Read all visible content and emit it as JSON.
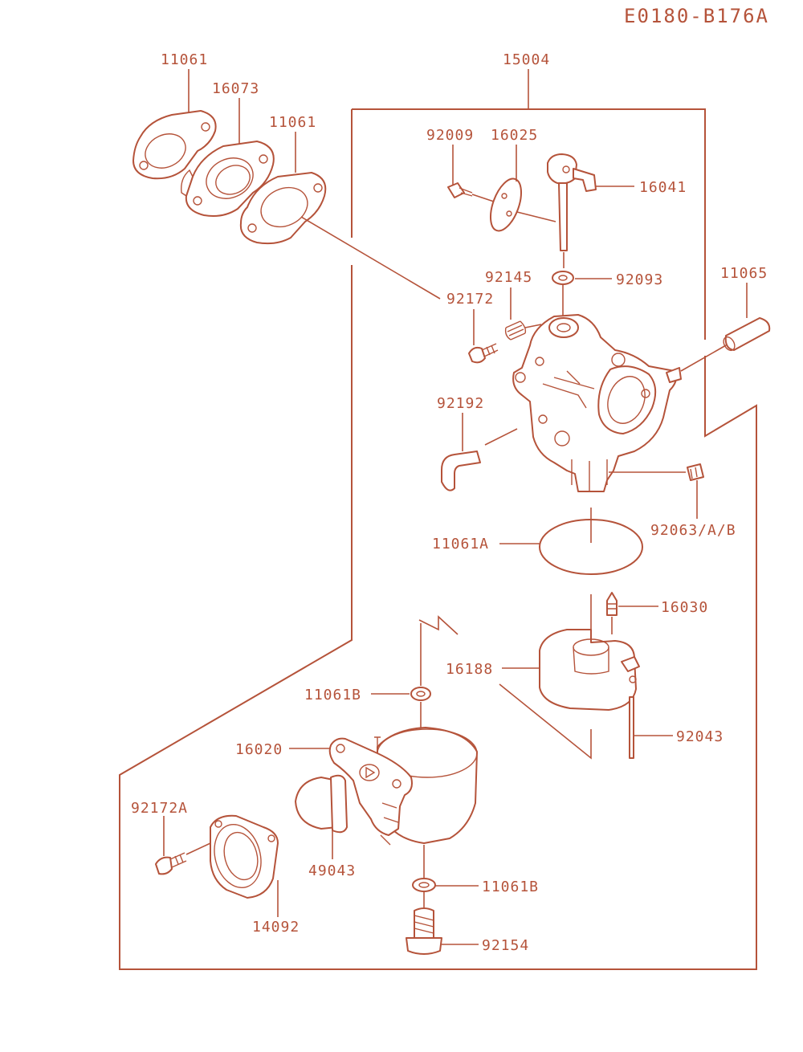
{
  "diagram_code": "E0180-B176A",
  "accent_color": "#b5533a",
  "labels": {
    "p11061_top": "11061",
    "p16073": "16073",
    "p11061_mid": "11061",
    "p15004": "15004",
    "p92009": "92009",
    "p16025": "16025",
    "p16041": "16041",
    "p92093": "92093",
    "p92145": "92145",
    "p92172": "92172",
    "p11065": "11065",
    "p92192": "92192",
    "p92063": "92063/A/B",
    "p11061A": "11061A",
    "p16030": "16030",
    "p16188": "16188",
    "p11061B_top": "11061B",
    "p92043": "92043",
    "p16020": "16020",
    "p92172A": "92172A",
    "p49043": "49043",
    "p11061B_bottom": "11061B",
    "p14092": "14092",
    "p92154": "92154"
  }
}
